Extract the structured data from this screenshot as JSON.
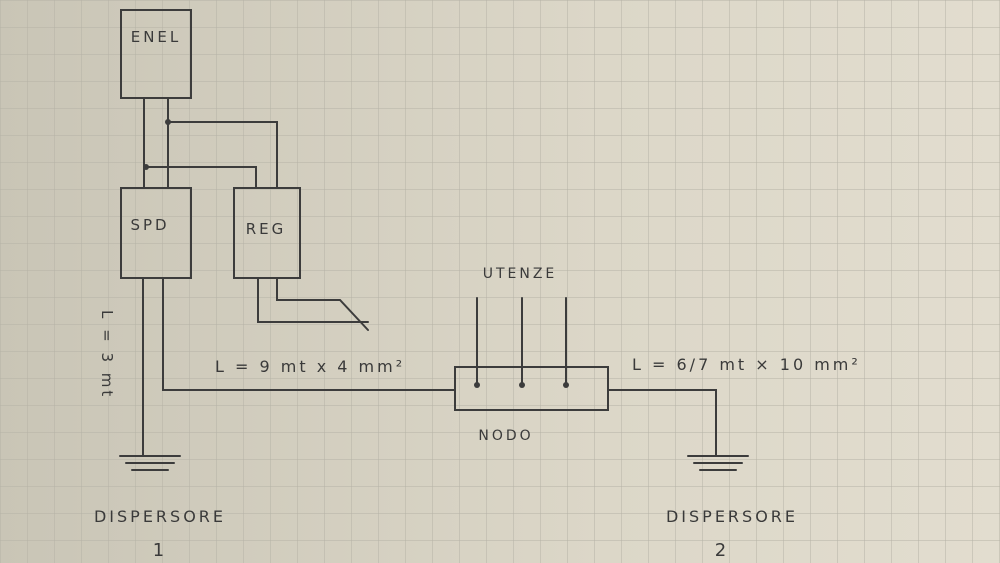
{
  "components": {
    "enel": "ENEL",
    "spd": "SPD",
    "reg": "REG",
    "loads": "UTENZE",
    "node": "NODO"
  },
  "cables": {
    "spd_to_node": "L = 9 mt x 4 mm²",
    "node_to_earth2": "L = 6/7 mt × 10 mm²",
    "spd_to_earth1": "L = 3 mt"
  },
  "earth_electrodes": [
    {
      "label": "DISPERSORE",
      "number": "1"
    },
    {
      "label": "DISPERSORE",
      "number": "2"
    }
  ]
}
